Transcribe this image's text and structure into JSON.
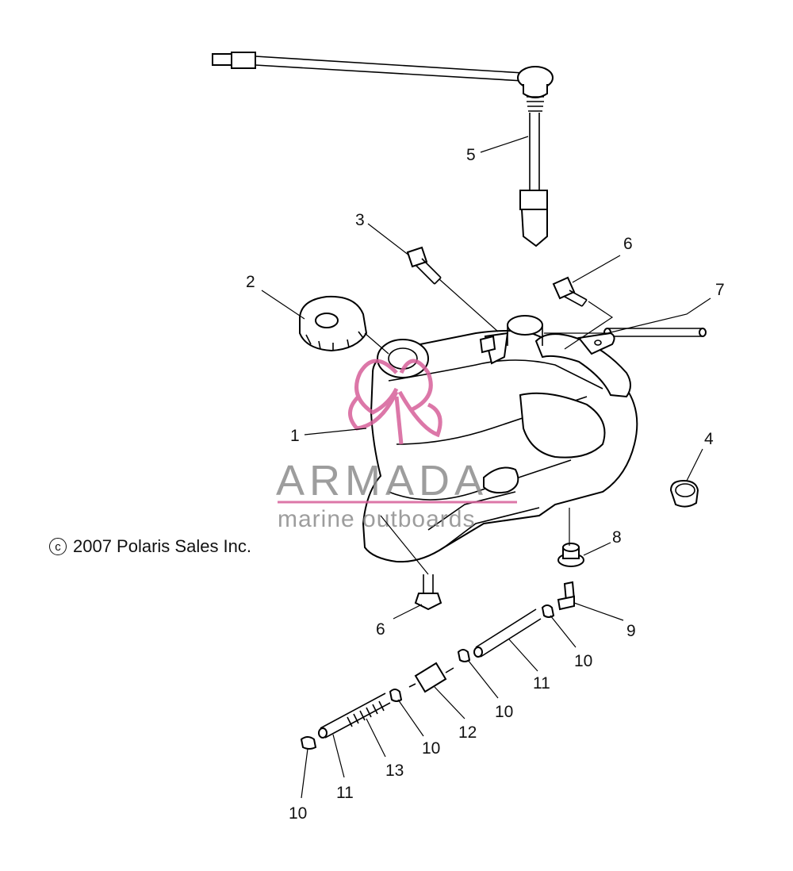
{
  "copyright": {
    "symbol": "c",
    "text": "2007 Polaris Sales Inc."
  },
  "watermark": {
    "brand": "ARMADA",
    "tagline": "marine outboards",
    "accent_color": "#d6609a",
    "text_color": "#8c8c8c"
  },
  "callouts": [
    {
      "id": "c1",
      "label": "1"
    },
    {
      "id": "c2",
      "label": "2"
    },
    {
      "id": "c3",
      "label": "3"
    },
    {
      "id": "c4",
      "label": "4"
    },
    {
      "id": "c5",
      "label": "5"
    },
    {
      "id": "c6a",
      "label": "6"
    },
    {
      "id": "c6b",
      "label": "6"
    },
    {
      "id": "c7",
      "label": "7"
    },
    {
      "id": "c8",
      "label": "8"
    },
    {
      "id": "c9",
      "label": "9"
    },
    {
      "id": "c10a",
      "label": "10"
    },
    {
      "id": "c10b",
      "label": "10"
    },
    {
      "id": "c10c",
      "label": "10"
    },
    {
      "id": "c10d",
      "label": "10"
    },
    {
      "id": "c11a",
      "label": "11"
    },
    {
      "id": "c11b",
      "label": "11"
    },
    {
      "id": "c12",
      "label": "12"
    },
    {
      "id": "c13",
      "label": "13"
    }
  ]
}
